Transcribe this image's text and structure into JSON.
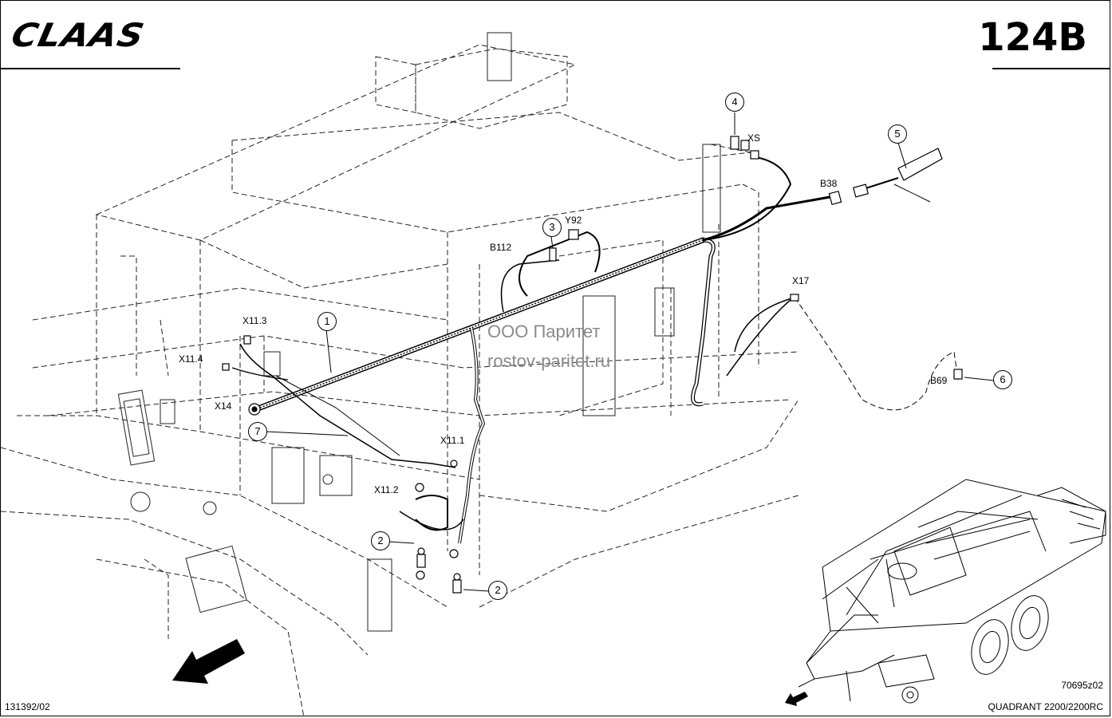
{
  "header": {
    "brand": "CLAAS",
    "page_code": "124B"
  },
  "watermark": {
    "line1": "ООО Паритет",
    "line2": "rostov-paritet.ru"
  },
  "callouts": [
    "1",
    "2",
    "2",
    "3",
    "4",
    "5",
    "6",
    "7"
  ],
  "labels": {
    "xs": "XS",
    "b38": "B38",
    "y92": "Y92",
    "b112": "B112",
    "x17": "X17",
    "x11_3": "X11.3",
    "x11_4": "X11.4",
    "x14": "X14",
    "x11_1": "X11.1",
    "x11_2": "X11.2",
    "b69": "B69"
  },
  "footer": {
    "doc_number": "131392/02",
    "drawing_id": "70695z02",
    "model": "QUADRANT 2200/2200RC"
  }
}
